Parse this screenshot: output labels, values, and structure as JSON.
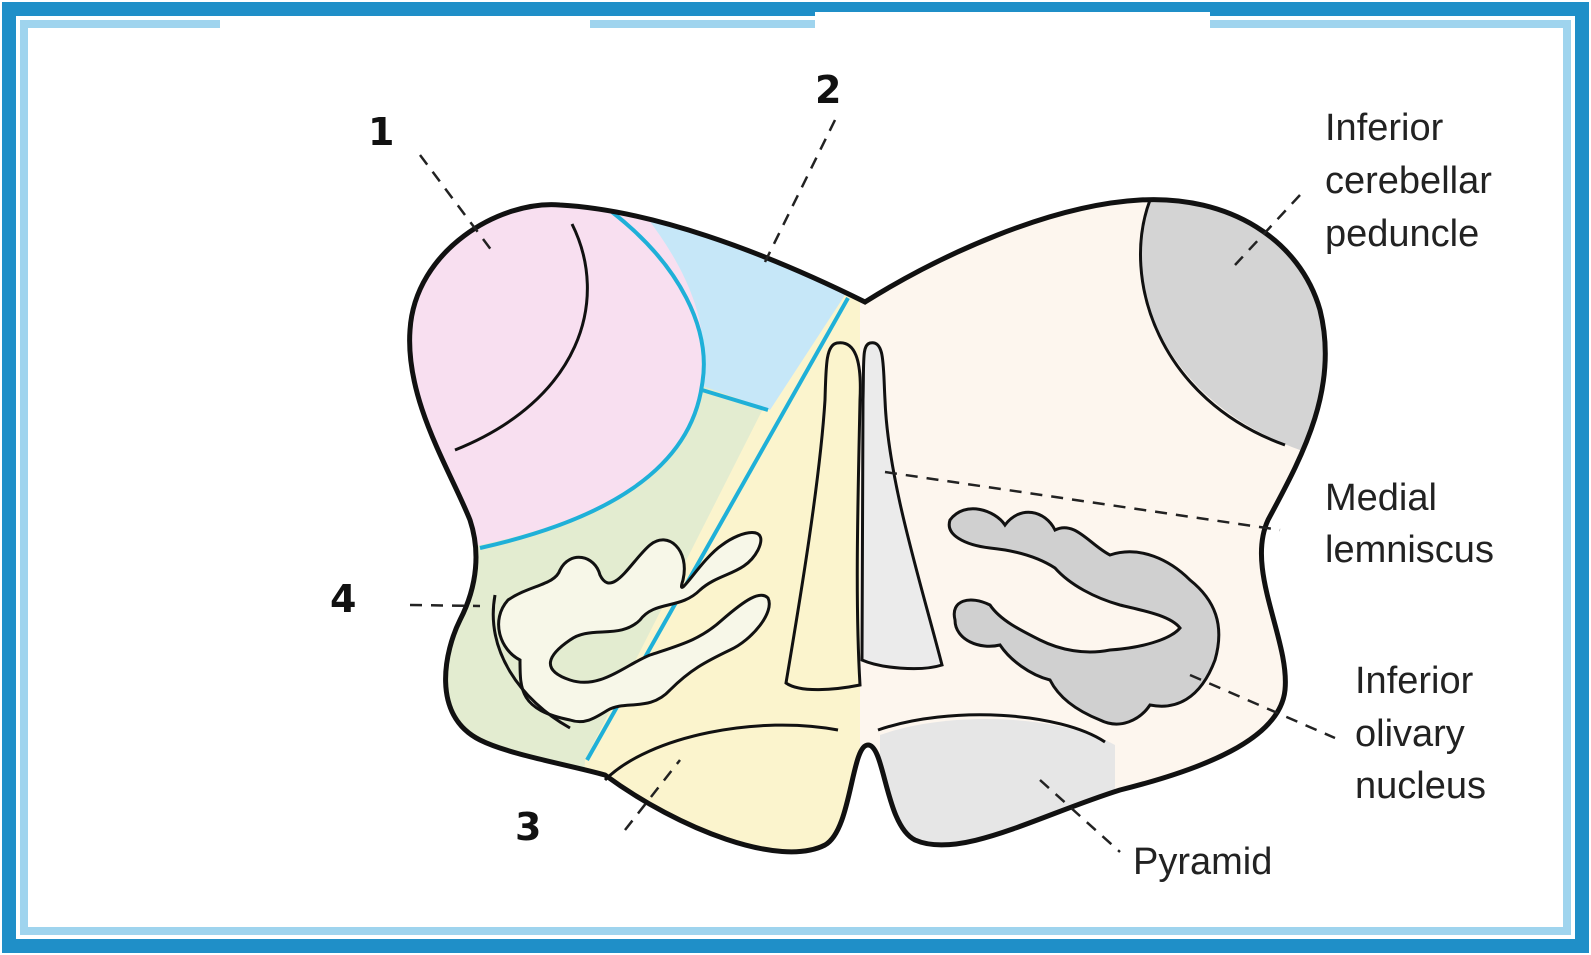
{
  "diagram": {
    "number_labels": [
      "1",
      "2",
      "3",
      "4"
    ],
    "labels": {
      "inferior_cerebellar_peduncle": [
        "Inferior",
        "cerebellar",
        "peduncle"
      ],
      "medial_lemniscus": [
        "Medial",
        "lemniscus"
      ],
      "inferior_olivary_nucleus": [
        "Inferior",
        "olivary",
        "nucleus"
      ],
      "pyramid": "Pyramid"
    },
    "colors": {
      "frame": "#1f8fc8",
      "frame_light": "#9fd4ee",
      "region_1": "#f8dff0",
      "region_2": "#c6e7f8",
      "region_3": "#fbf4cd",
      "region_4": "#e3ecd0",
      "right_half": "#fdf6ee",
      "grey_structures": "#d4d4d4",
      "divider": "#1fb0d8",
      "outline": "#111111"
    }
  }
}
